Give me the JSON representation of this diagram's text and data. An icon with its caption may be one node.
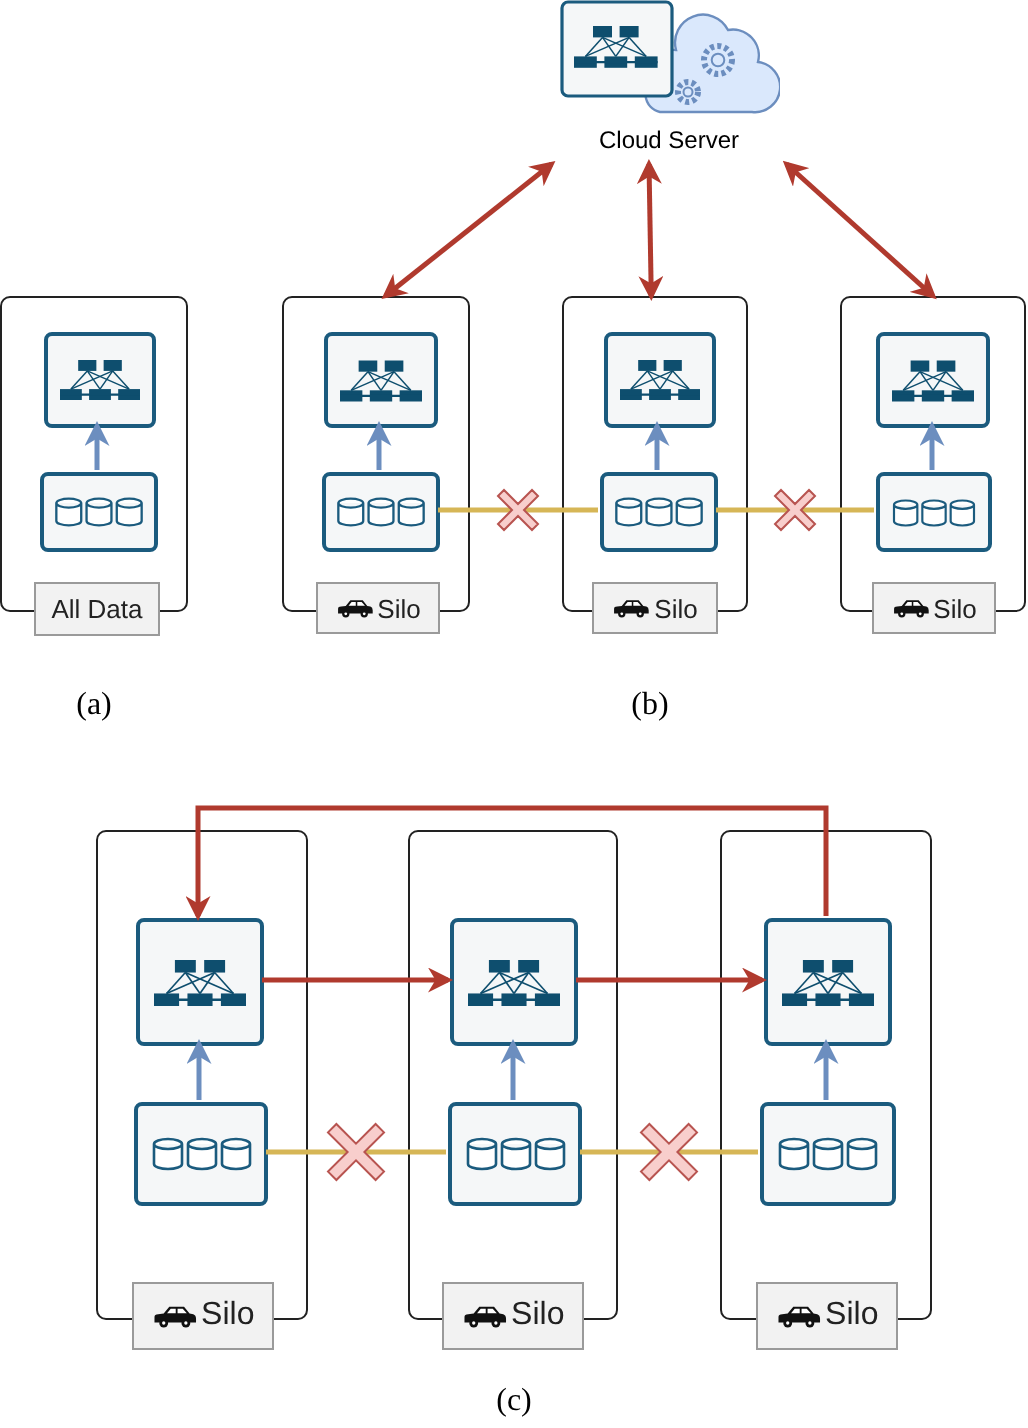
{
  "diagram": {
    "nodes": [
      {
        "text": [
          "All Data"
        ]
      },
      {
        "text": [],
        "shape": "box",
        "in": 0
      },
      {
        "text": [],
        "shape": "box",
        "in": 0
      },
      {
        "text": [
          "Cloud Server"
        ]
      },
      {
        "text": [
          "Silo"
        ]
      },
      {
        "text": [],
        "shape": "box",
        "in": 4
      },
      {
        "text": [],
        "shape": "box",
        "in": 4
      },
      {
        "text": [
          "Silo"
        ]
      },
      {
        "text": [],
        "shape": "box",
        "in": 7
      },
      {
        "text": [],
        "shape": "box",
        "in": 7
      },
      {
        "text": [
          "Silo"
        ]
      },
      {
        "text": [],
        "shape": "box",
        "in": 10
      },
      {
        "text": [],
        "shape": "box",
        "in": 10
      },
      {
        "text": [
          "Silo"
        ]
      },
      {
        "text": [],
        "shape": "box",
        "in": 13
      },
      {
        "text": [],
        "shape": "box",
        "in": 13
      },
      {
        "text": [
          "Silo"
        ]
      },
      {
        "text": [],
        "shape": "box",
        "in": 16
      },
      {
        "text": [],
        "shape": "box",
        "in": 16
      },
      {
        "text": [
          "Silo"
        ]
      },
      {
        "text": [],
        "shape": "box",
        "in": 19
      },
      {
        "text": [],
        "shape": "box",
        "in": 19
      }
    ],
    "edges": [
      {
        "from": 2,
        "to": 1,
        "arrow": "to"
      },
      {
        "from": 3,
        "to": 4,
        "arrow": "both",
        "color": "#b03a2e"
      },
      {
        "from": 3,
        "to": 7,
        "arrow": "both",
        "color": "#b03a2e"
      },
      {
        "from": 3,
        "to": 10,
        "arrow": "both",
        "color": "#b03a2e"
      },
      {
        "from": 6,
        "to": 5,
        "arrow": "to"
      },
      {
        "from": 9,
        "to": 8,
        "arrow": "to"
      },
      {
        "from": 12,
        "to": 11,
        "arrow": "to"
      },
      {
        "from": 6,
        "to": 9,
        "arrow": "none",
        "color": "#d6b656"
      },
      {
        "from": 9,
        "to": 12,
        "arrow": "none",
        "color": "#d6b656"
      },
      {
        "from": 15,
        "to": 14,
        "arrow": "to"
      },
      {
        "from": 18,
        "to": 17,
        "arrow": "to"
      },
      {
        "from": 21,
        "to": 20,
        "arrow": "to"
      },
      {
        "from": 14,
        "to": 17,
        "arrow": "to",
        "color": "#b03a2e"
      },
      {
        "from": 17,
        "to": 20,
        "arrow": "to",
        "color": "#b03a2e"
      },
      {
        "from": 20,
        "to": 14,
        "arrow": "to",
        "color": "#b03a2e"
      },
      {
        "from": 15,
        "to": 18,
        "arrow": "none",
        "color": "#d6b656"
      },
      {
        "from": 18,
        "to": 21,
        "arrow": "none",
        "color": "#d6b656"
      }
    ],
    "labels": [
      "(a)",
      "(b)",
      "(c)"
    ]
  }
}
